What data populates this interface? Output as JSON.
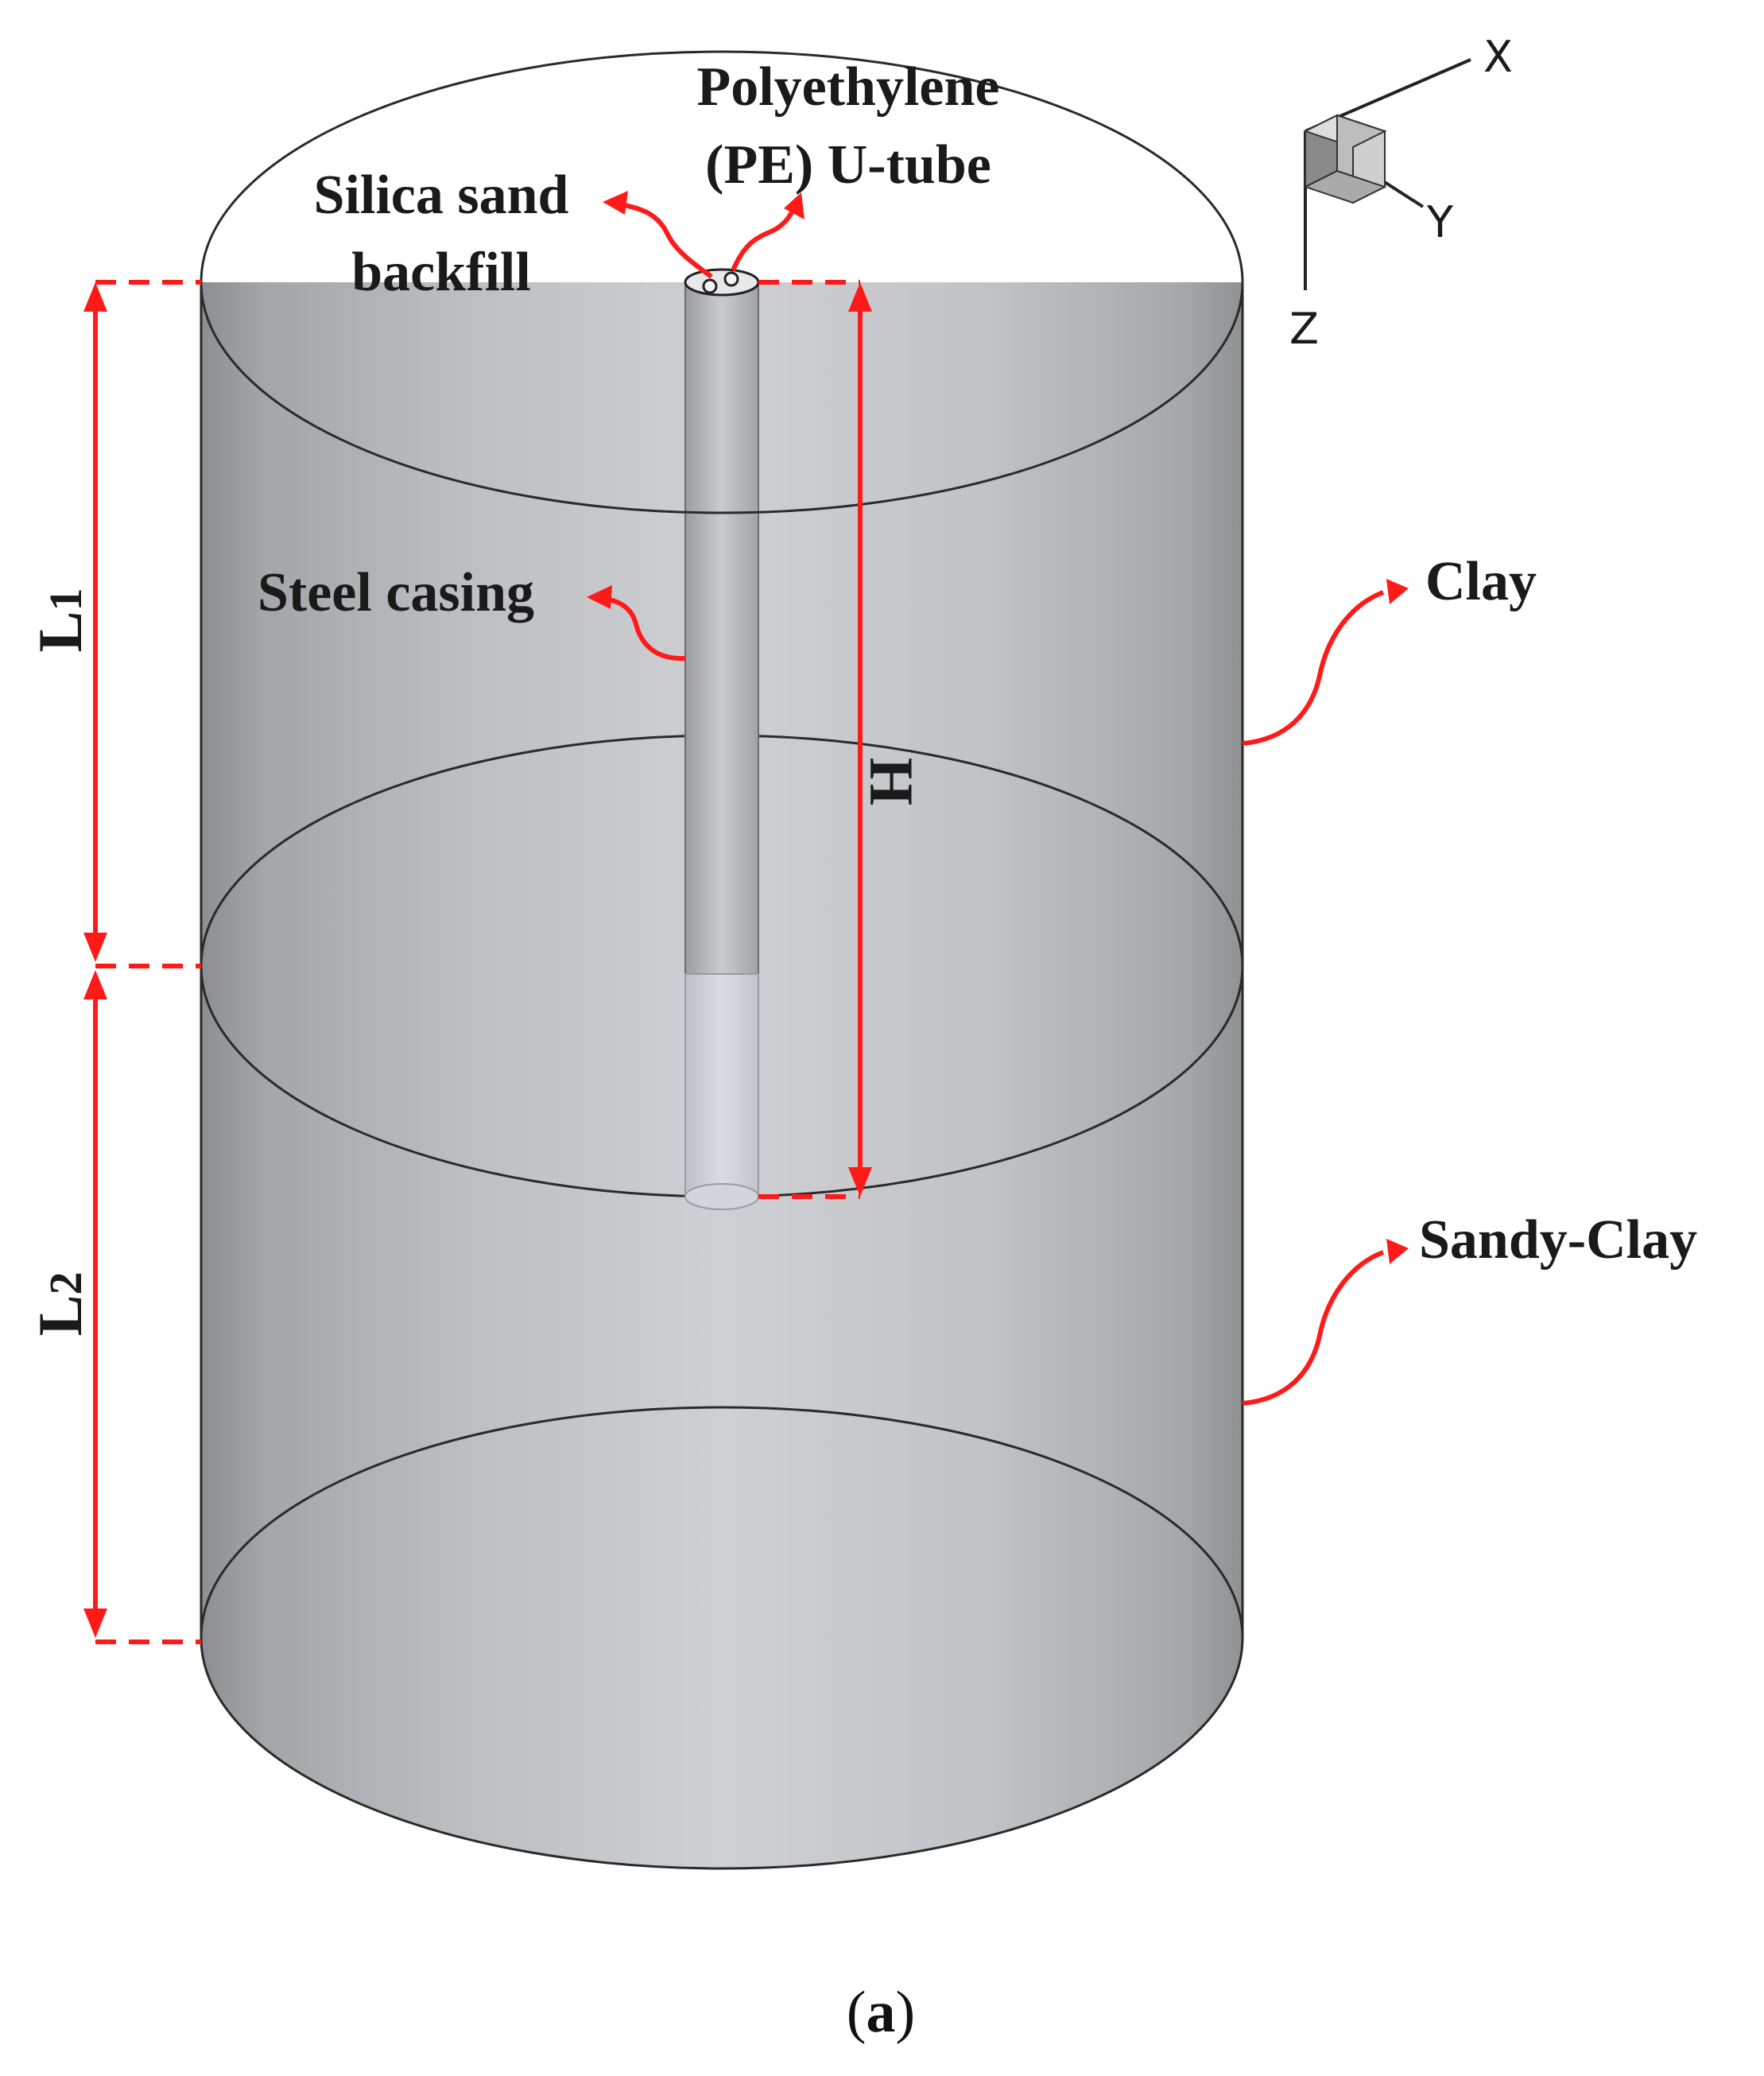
{
  "labels": {
    "pe_line1": "Polyethylene",
    "pe_line2": "(PE) U-tube",
    "silica_line1": "Silica sand",
    "silica_line2": "backfill",
    "steel": "Steel casing",
    "clay": "Clay",
    "sandy_clay": "Sandy-Clay"
  },
  "dimensions": {
    "l1_main": "L",
    "l1_sub": "1",
    "l2_main": "L",
    "l2_sub": "2",
    "h": "H"
  },
  "axes": {
    "x": "X",
    "y": "Y",
    "z": "Z"
  },
  "caption": {
    "open": "(",
    "letter": "a",
    "close": ")"
  },
  "colors": {
    "annotation_red": "#ff1a1a",
    "cylinder_gray": "#b8b9bd",
    "top_face": "#c9cacd"
  }
}
